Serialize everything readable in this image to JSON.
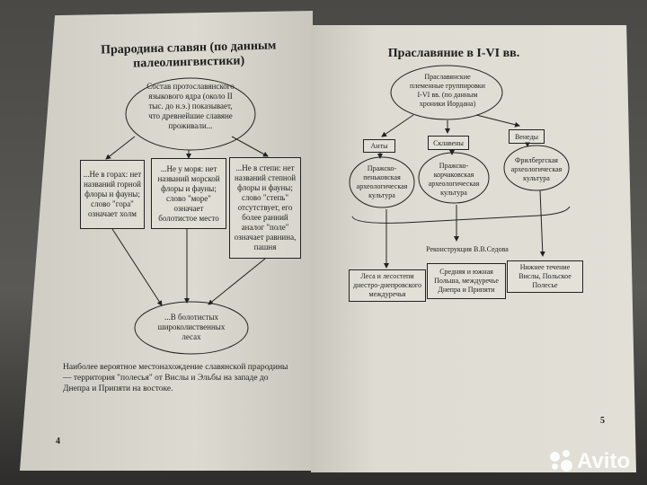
{
  "left_page": {
    "title": "Прародина славян (по данным палеолингвистики)",
    "top_ellipse": "Состав протославянского языкового ядра (около II тыс. до н.э.) показывает, что древнейшие славяне проживали...",
    "boxes": [
      "...Не в горах: нет названий горной флоры и фауны; слово \"гора\" означает холм",
      "...Не у моря: нет названий морской флоры и фауны; слово \"море\" означает болотистое место",
      "...Не в степи: нет названий степной флоры и фауны; слово \"степь\" отсутствует, его более ранний аналог \"поле\" означает равнина, пашня"
    ],
    "bottom_ellipse": "...В болотистых широколиственных лесах",
    "caption": "Наиболее вероятное местонахождение славянской прародины — территория \"полесья\" от Вислы и Эльбы на западе до Днепра и Припяти на востоке.",
    "page_number": "4"
  },
  "right_page": {
    "title": "Праславяние в I-VI вв.",
    "top_ellipse": "Праславянские племенные группировки I-VI вв. (по данным хроники Иордана)",
    "groups": [
      "Анты",
      "Склавены",
      "Венеды"
    ],
    "cultures": [
      "Пражско-пеньковская археологическая культура",
      "Пражско-корчаковская археологическая культура",
      "Фрилбергская археологическая культура"
    ],
    "reconstruction_label": "Реконструкция В.В.Седова",
    "regions": [
      "Леса и лесостепи днестро-днепровского междуречья",
      "Средняя и южная Польша, междуречье Днепра и Припяти",
      "Нижнее течение Вислы, Польское Полесье"
    ],
    "page_number": "5"
  },
  "watermark": "Avito"
}
